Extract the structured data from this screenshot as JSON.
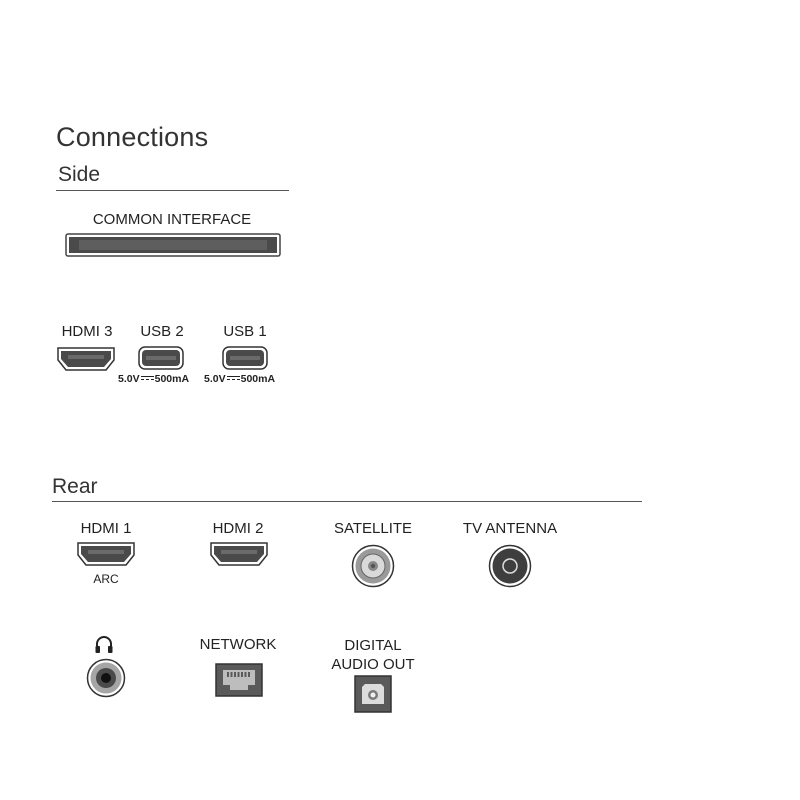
{
  "title": "Connections",
  "side": {
    "heading": "Side",
    "common_interface": "COMMON INTERFACE",
    "ports": [
      {
        "label": "HDMI 3"
      },
      {
        "label": "USB 2",
        "rating_left": "5.0V",
        "rating_right": "500mA"
      },
      {
        "label": "USB 1",
        "rating_left": "5.0V",
        "rating_right": "500mA"
      }
    ]
  },
  "rear": {
    "heading": "Rear",
    "ports": [
      {
        "label": "HDMI 1",
        "sublabel": "ARC"
      },
      {
        "label": "HDMI 2"
      },
      {
        "label": "SATELLITE"
      },
      {
        "label": "TV ANTENNA"
      },
      {
        "label": "",
        "icon": "headphones-icon"
      },
      {
        "label": "NETWORK"
      },
      {
        "label_line1": "DIGITAL",
        "label_line2": "AUDIO OUT"
      }
    ]
  },
  "colors": {
    "port_fill": "#555555",
    "port_outline": "#333333",
    "rule": "#555555"
  }
}
